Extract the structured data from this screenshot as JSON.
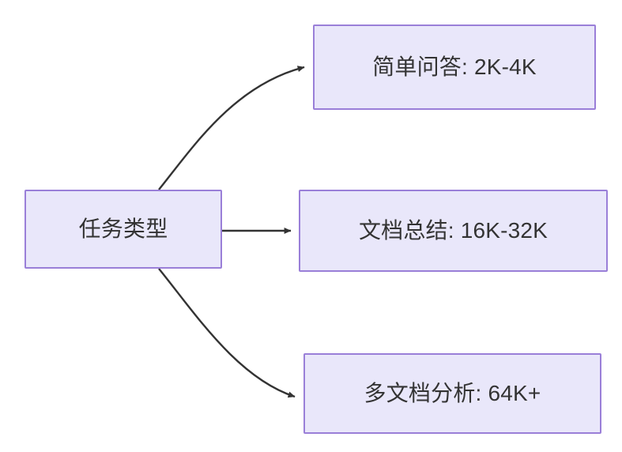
{
  "diagram": {
    "type": "flowchart",
    "direction": "left-to-right",
    "background_color": "#ffffff",
    "node_fill_color": "#e9e7fa",
    "node_border_color": "#9a7fd8",
    "node_text_color": "#333333",
    "edge_color": "#333333",
    "root": {
      "id": "task-type",
      "label": "任务类型"
    },
    "branches": [
      {
        "id": "simple-qa",
        "label": "简单问答: 2K-4K",
        "task": "简单问答",
        "token_range": "2K-4K",
        "edge_style": "curved-up"
      },
      {
        "id": "doc-summary",
        "label": "文档总结: 16K-32K",
        "task": "文档总结",
        "token_range": "16K-32K",
        "edge_style": "straight"
      },
      {
        "id": "multi-doc",
        "label": "多文档分析: 64K+",
        "task": "多文档分析",
        "token_range": "64K+",
        "edge_style": "curved-down"
      }
    ],
    "edges": [
      {
        "id": "edge-to-simple-qa",
        "from": "task-type",
        "to": "simple-qa",
        "arrow": "arrowhead-icon"
      },
      {
        "id": "edge-to-doc-summary",
        "from": "task-type",
        "to": "doc-summary",
        "arrow": "arrowhead-icon"
      },
      {
        "id": "edge-to-multi-doc",
        "from": "task-type",
        "to": "multi-doc",
        "arrow": "arrowhead-icon"
      }
    ]
  }
}
